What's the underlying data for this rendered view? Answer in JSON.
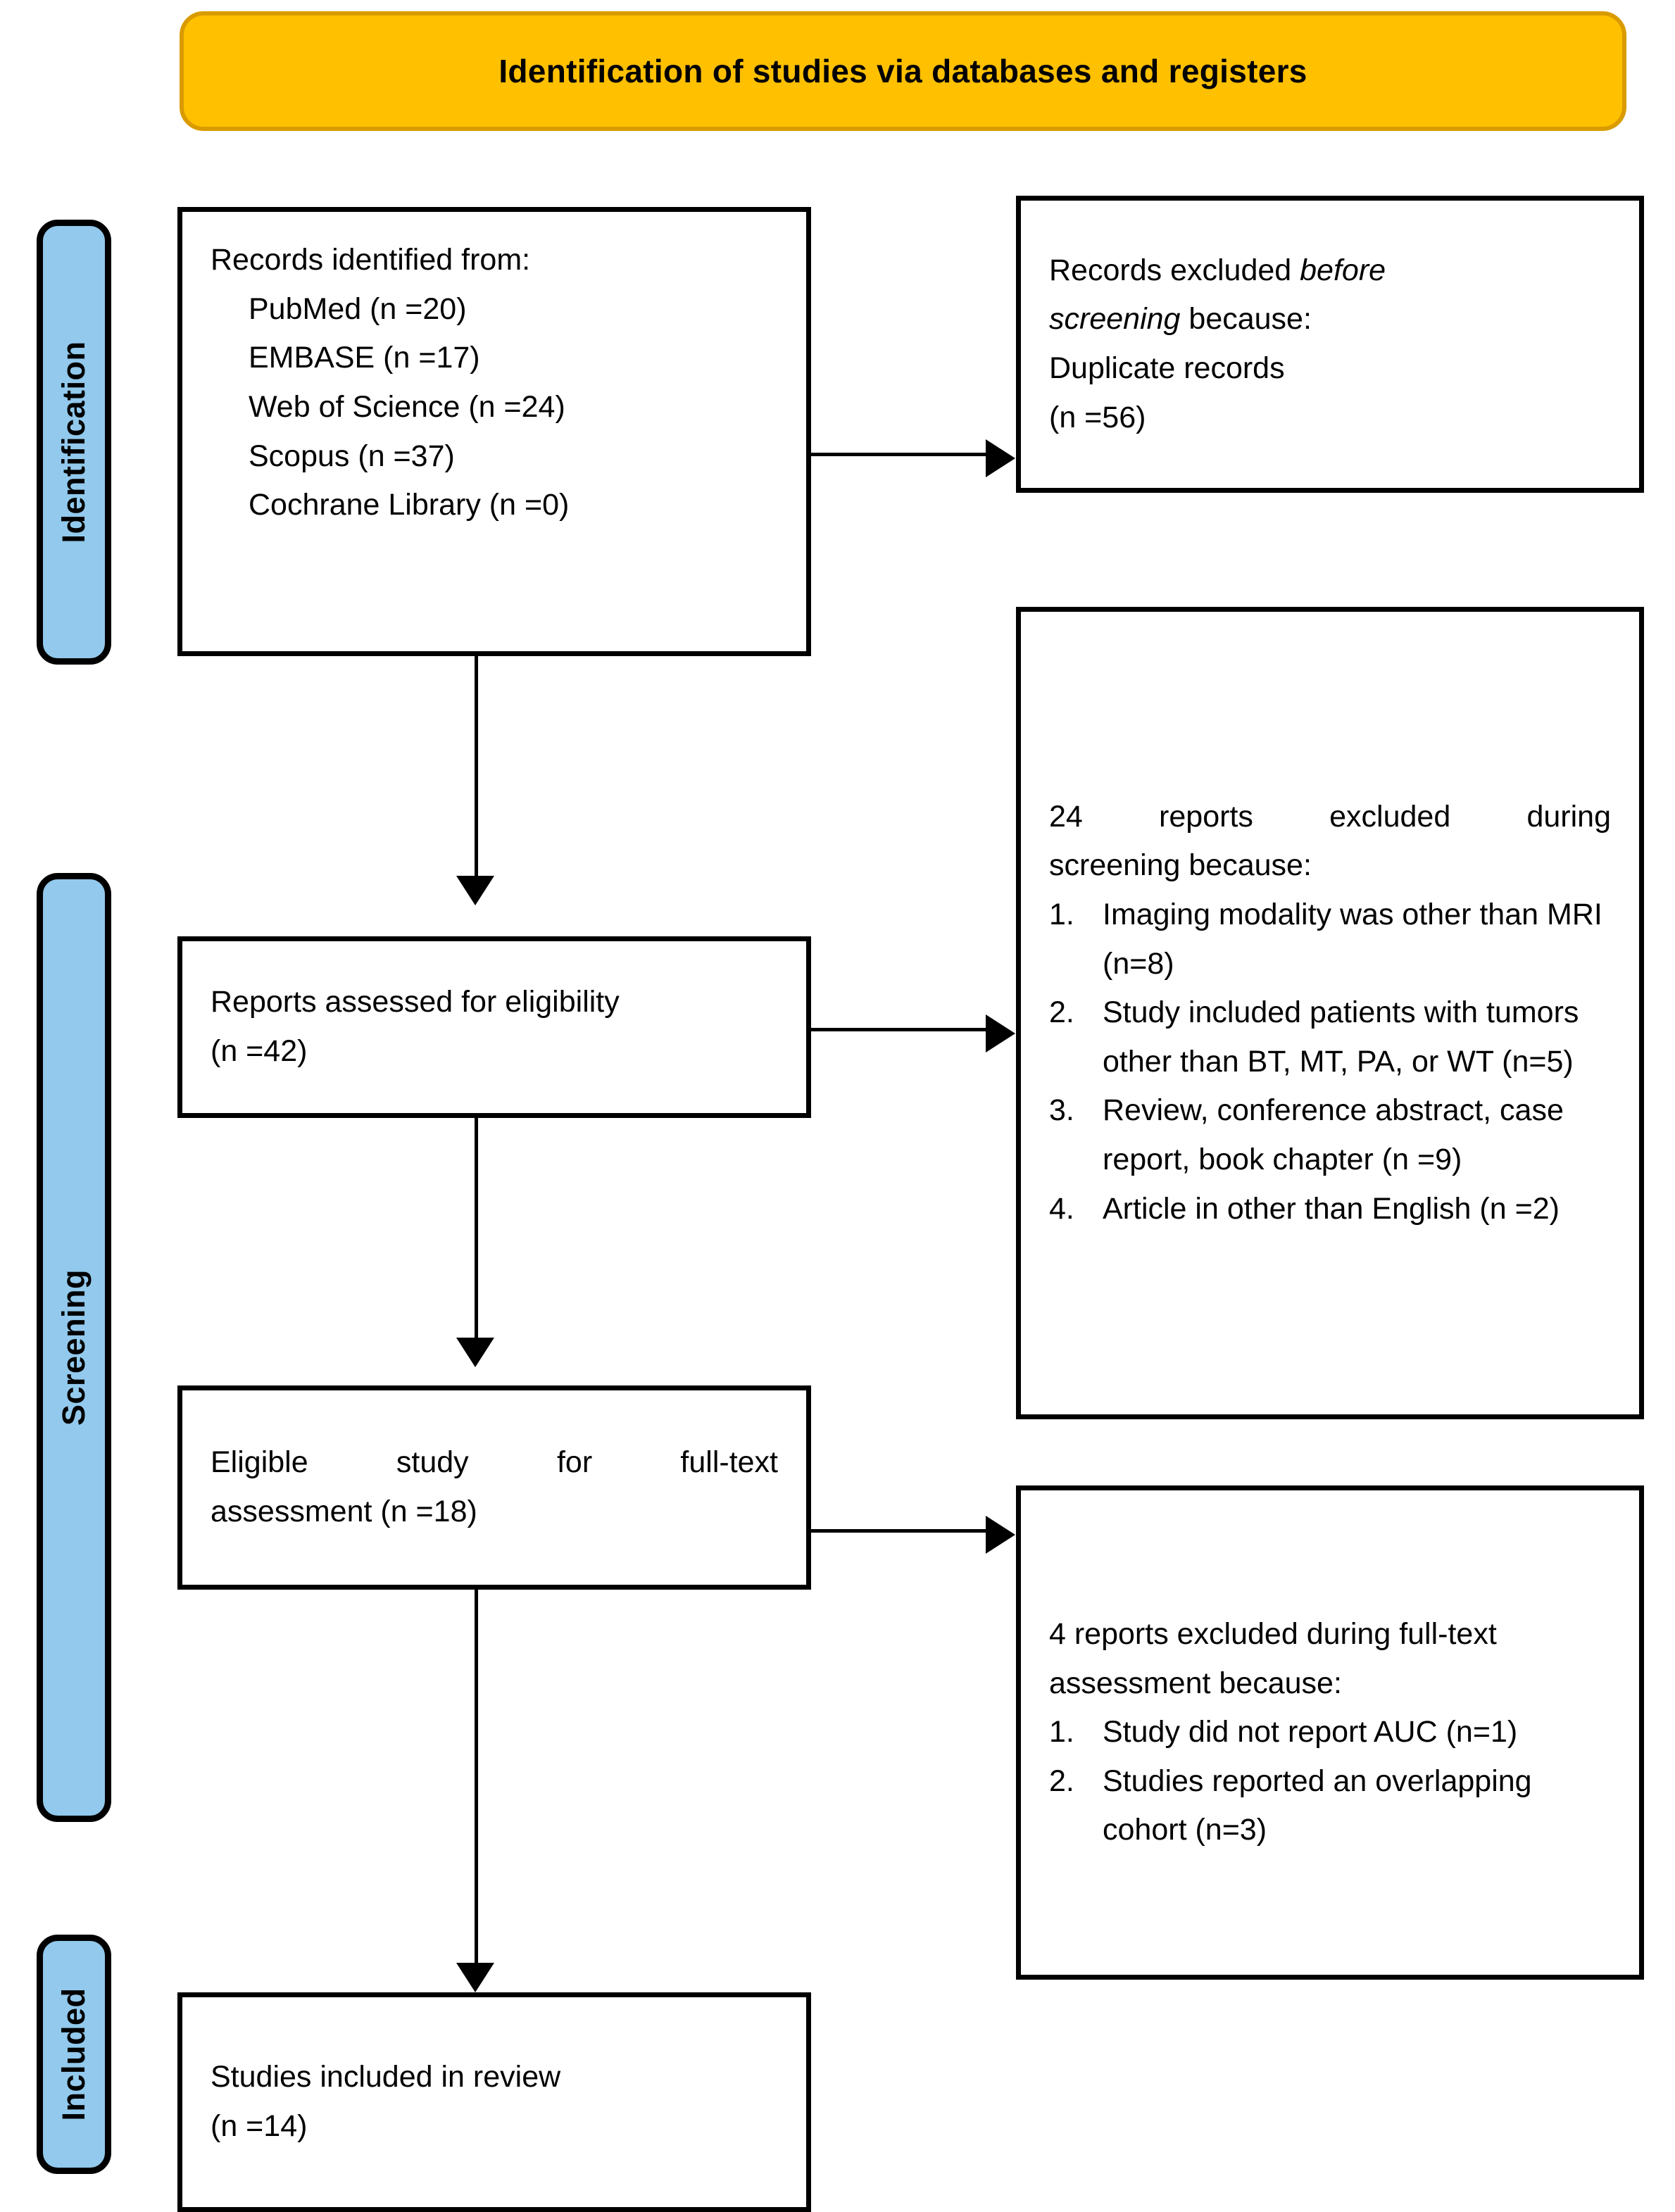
{
  "banner": {
    "title": "Identification of studies via databases and registers"
  },
  "rails": [
    {
      "id": "identification",
      "label": "Identification"
    },
    {
      "id": "screening",
      "label": "Screening"
    },
    {
      "id": "included",
      "label": "Included"
    }
  ],
  "boxes": {
    "records_identified": {
      "heading": "Records identified from:",
      "sources": [
        "PubMed (n =20)",
        "EMBASE (n =17)",
        "Web of Science (n =24)",
        "Scopus (n =37)",
        "Cochrane Library (n =0)"
      ]
    },
    "excluded_before_screening": {
      "line1_prefix": "Records excluded ",
      "line1_italic": "before",
      "line2_italic": "screening",
      "line2_suffix": " because:",
      "line3": "Duplicate records",
      "line4": "(n =56)"
    },
    "reports_assessed": {
      "line1": "Reports assessed for eligibility",
      "line2": "(n =42)"
    },
    "excluded_during_screening": {
      "line1": "24 reports excluded during",
      "line2": "screening because:",
      "reasons": [
        {
          "num": "1.",
          "text": "Imaging modality was other than MRI (n=8)"
        },
        {
          "num": "2.",
          "text": "Study included patients with tumors other than BT, MT, PA, or WT (n=5)"
        },
        {
          "num": "3.",
          "text": "Review, conference abstract, case report, book chapter (n =9)"
        },
        {
          "num": "4.",
          "text": "Article in other than English (n =2)"
        }
      ]
    },
    "eligible_fulltext": {
      "line1": "Eligible study for full-text",
      "line2": "assessment (n =18)"
    },
    "excluded_during_fulltext": {
      "line1": "4 reports excluded during full-text",
      "line2": "assessment because:",
      "reasons": [
        {
          "num": "1.",
          "text": "Study did not report AUC (n=1)"
        },
        {
          "num": "2.",
          "text": "Studies reported an overlapping cohort (n=3)"
        }
      ]
    },
    "studies_included": {
      "line1": "Studies included in review",
      "line2": "(n =14)"
    }
  },
  "colors": {
    "banner_fill": "#FFC000",
    "banner_border": "#D99B00",
    "rail_fill": "#92C9EC",
    "outline": "#000000"
  }
}
